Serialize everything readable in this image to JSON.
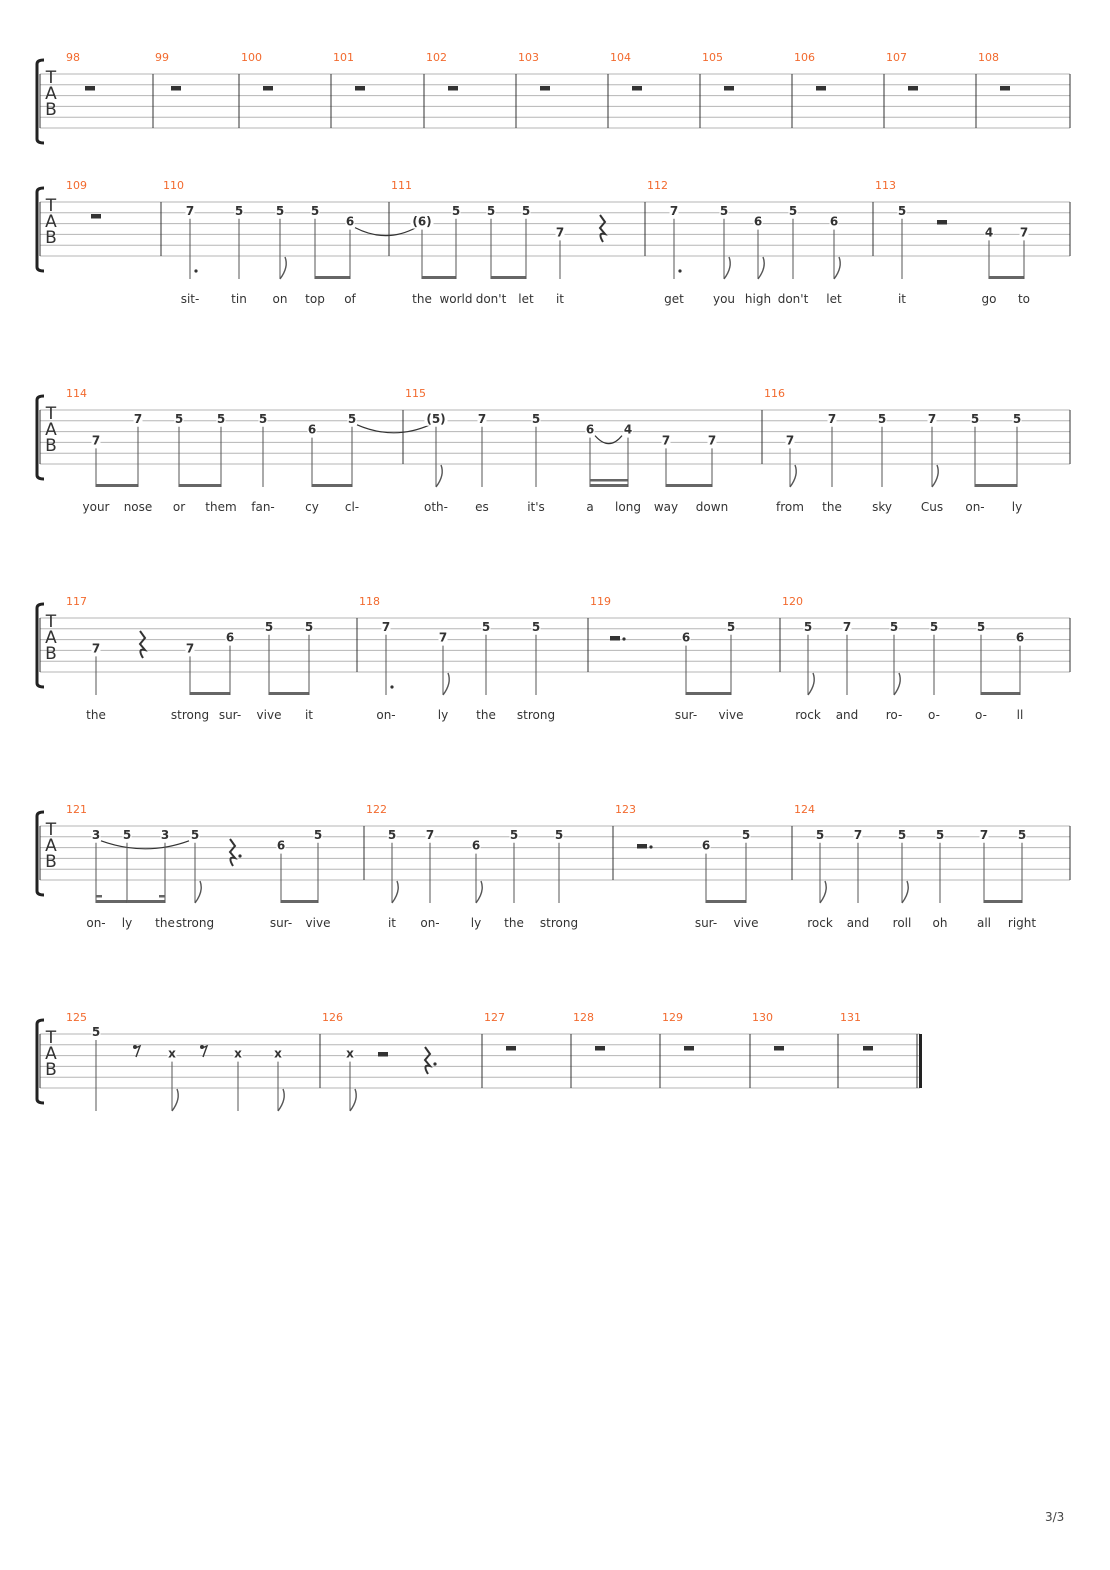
{
  "page_number": "3/3",
  "clef_letters": [
    "T",
    "A",
    "B"
  ],
  "systems": [
    {
      "measures": [
        {
          "number": "98",
          "items": [
            {
              "k": "r",
              "d": "w"
            }
          ]
        },
        {
          "number": "99",
          "items": [
            {
              "k": "r",
              "d": "w"
            }
          ]
        },
        {
          "number": "100",
          "items": [
            {
              "k": "r",
              "d": "w"
            }
          ]
        },
        {
          "number": "101",
          "items": [
            {
              "k": "r",
              "d": "w"
            }
          ]
        },
        {
          "number": "102",
          "items": [
            {
              "k": "r",
              "d": "w"
            }
          ]
        },
        {
          "number": "103",
          "items": [
            {
              "k": "r",
              "d": "w"
            }
          ]
        },
        {
          "number": "104",
          "items": [
            {
              "k": "r",
              "d": "w"
            }
          ]
        },
        {
          "number": "105",
          "items": [
            {
              "k": "r",
              "d": "w"
            }
          ]
        },
        {
          "number": "106",
          "items": [
            {
              "k": "r",
              "d": "w"
            }
          ]
        },
        {
          "number": "107",
          "items": [
            {
              "k": "r",
              "d": "w"
            }
          ]
        },
        {
          "number": "108",
          "items": [
            {
              "k": "r",
              "d": "w"
            }
          ]
        }
      ]
    },
    {
      "measures": [
        {
          "number": "109",
          "items": [
            {
              "k": "r",
              "d": "w"
            }
          ]
        },
        {
          "number": "110",
          "items": [
            {
              "k": "n",
              "f": "7",
              "s": 2,
              "d": "dq",
              "l": "sit-"
            },
            {
              "k": "n",
              "f": "5",
              "s": 2,
              "d": "q",
              "l": "tin"
            },
            {
              "k": "n",
              "f": "5",
              "s": 2,
              "d": "e",
              "l": "on"
            },
            {
              "k": "n",
              "f": "5",
              "s": 2,
              "d": "e",
              "b": 1,
              "l": "top"
            },
            {
              "k": "n",
              "f": "6",
              "s": 3,
              "d": "e",
              "tie": 1,
              "l": "of"
            }
          ]
        },
        {
          "number": "111",
          "items": [
            {
              "k": "n",
              "f": "(6)",
              "s": 3,
              "d": "e",
              "b": 1,
              "l": "the"
            },
            {
              "k": "n",
              "f": "5",
              "s": 2,
              "d": "e",
              "l": "world"
            },
            {
              "k": "n",
              "f": "5",
              "s": 2,
              "d": "e",
              "b": 1,
              "l": "don't"
            },
            {
              "k": "n",
              "f": "5",
              "s": 2,
              "d": "e",
              "l": "let"
            },
            {
              "k": "n",
              "f": "7",
              "s": 4,
              "d": "q",
              "l": "it"
            },
            {
              "k": "r",
              "d": "q"
            }
          ]
        },
        {
          "number": "112",
          "items": [
            {
              "k": "n",
              "f": "7",
              "s": 2,
              "d": "dq",
              "l": "get"
            },
            {
              "k": "n",
              "f": "5",
              "s": 2,
              "d": "e",
              "l": "you"
            },
            {
              "k": "n",
              "f": "6",
              "s": 3,
              "d": "e",
              "l": "high"
            },
            {
              "k": "n",
              "f": "5",
              "s": 2,
              "d": "q",
              "l": "don't"
            },
            {
              "k": "n",
              "f": "6",
              "s": 3,
              "d": "e",
              "l": "let"
            }
          ]
        },
        {
          "number": "113",
          "items": [
            {
              "k": "n",
              "f": "5",
              "s": 2,
              "d": "q",
              "l": "it"
            },
            {
              "k": "r",
              "d": "h"
            },
            {
              "k": "n",
              "f": "4",
              "s": 4,
              "d": "e",
              "b": 1,
              "l": "go"
            },
            {
              "k": "n",
              "f": "7",
              "s": 4,
              "d": "e",
              "l": "to"
            }
          ]
        }
      ]
    },
    {
      "measures": [
        {
          "number": "114",
          "items": [
            {
              "k": "n",
              "f": "7",
              "s": 4,
              "d": "e",
              "b": 1,
              "l": "your"
            },
            {
              "k": "n",
              "f": "7",
              "s": 2,
              "d": "e",
              "l": "nose"
            },
            {
              "k": "n",
              "f": "5",
              "s": 2,
              "d": "e",
              "b": 1,
              "l": "or"
            },
            {
              "k": "n",
              "f": "5",
              "s": 2,
              "d": "e",
              "l": "them"
            },
            {
              "k": "n",
              "f": "5",
              "s": 2,
              "d": "q",
              "l": "fan-"
            },
            {
              "k": "n",
              "f": "6",
              "s": 3,
              "d": "e",
              "b": 1,
              "l": "cy"
            },
            {
              "k": "n",
              "f": "5",
              "s": 2,
              "d": "e",
              "tie": 1,
              "l": "cl-"
            }
          ]
        },
        {
          "number": "115",
          "items": [
            {
              "k": "n",
              "f": "(5)",
              "s": 2,
              "d": "e",
              "l": "oth-"
            },
            {
              "k": "n",
              "f": "7",
              "s": 2,
              "d": "q",
              "l": "es"
            },
            {
              "k": "n",
              "f": "5",
              "s": 2,
              "d": "q",
              "l": "it's"
            },
            {
              "k": "n",
              "f": "6",
              "s": 3,
              "d": "s",
              "b": 1,
              "tie": 1,
              "l": "a"
            },
            {
              "k": "n",
              "f": "4",
              "s": 3,
              "d": "s",
              "l": "long"
            },
            {
              "k": "n",
              "f": "7",
              "s": 4,
              "d": "e",
              "b": 1,
              "l": "way"
            },
            {
              "k": "n",
              "f": "7",
              "s": 4,
              "d": "e",
              "l": "down"
            }
          ]
        },
        {
          "number": "116",
          "items": [
            {
              "k": "n",
              "f": "7",
              "s": 4,
              "d": "e",
              "l": "from"
            },
            {
              "k": "n",
              "f": "7",
              "s": 2,
              "d": "q",
              "l": "the"
            },
            {
              "k": "n",
              "f": "5",
              "s": 2,
              "d": "q",
              "l": "sky"
            },
            {
              "k": "n",
              "f": "7",
              "s": 2,
              "d": "e",
              "l": "Cus"
            },
            {
              "k": "n",
              "f": "5",
              "s": 2,
              "d": "e",
              "b": 1,
              "l": "on-"
            },
            {
              "k": "n",
              "f": "5",
              "s": 2,
              "d": "e",
              "l": "ly"
            }
          ]
        }
      ]
    },
    {
      "measures": [
        {
          "number": "117",
          "items": [
            {
              "k": "n",
              "f": "7",
              "s": 4,
              "d": "q",
              "l": "the"
            },
            {
              "k": "r",
              "d": "q"
            },
            {
              "k": "n",
              "f": "7",
              "s": 4,
              "d": "e",
              "b": 1,
              "l": "strong"
            },
            {
              "k": "n",
              "f": "6",
              "s": 3,
              "d": "e",
              "l": "sur-"
            },
            {
              "k": "n",
              "f": "5",
              "s": 2,
              "d": "e",
              "b": 1,
              "l": "vive"
            },
            {
              "k": "n",
              "f": "5",
              "s": 2,
              "d": "e",
              "l": "it"
            }
          ]
        },
        {
          "number": "118",
          "items": [
            {
              "k": "n",
              "f": "7",
              "s": 2,
              "d": "dq",
              "l": "on-"
            },
            {
              "k": "n",
              "f": "7",
              "s": 3,
              "d": "e",
              "l": "ly"
            },
            {
              "k": "n",
              "f": "5",
              "s": 2,
              "d": "q",
              "l": "the"
            },
            {
              "k": "n",
              "f": "5",
              "s": 2,
              "d": "q",
              "l": "strong"
            }
          ]
        },
        {
          "number": "119",
          "items": [
            {
              "k": "r",
              "d": "dh"
            },
            {
              "k": "n",
              "f": "6",
              "s": 3,
              "d": "e",
              "b": 1,
              "l": "sur-"
            },
            {
              "k": "n",
              "f": "5",
              "s": 2,
              "d": "e",
              "l": "vive"
            }
          ]
        },
        {
          "number": "120",
          "items": [
            {
              "k": "n",
              "f": "5",
              "s": 2,
              "d": "e",
              "l": "rock"
            },
            {
              "k": "n",
              "f": "7",
              "s": 2,
              "d": "q",
              "l": "and"
            },
            {
              "k": "n",
              "f": "5",
              "s": 2,
              "d": "e",
              "l": "ro-"
            },
            {
              "k": "n",
              "f": "5",
              "s": 2,
              "d": "q",
              "l": "o-"
            },
            {
              "k": "n",
              "f": "5",
              "s": 2,
              "d": "e",
              "b": 1,
              "l": "o-"
            },
            {
              "k": "n",
              "f": "6",
              "s": 3,
              "d": "e",
              "l": "ll"
            }
          ]
        }
      ]
    },
    {
      "measures": [
        {
          "number": "121",
          "items": [
            {
              "k": "n",
              "f": "3",
              "s": 2,
              "d": "s",
              "b": 1,
              "tie": 3,
              "l": "on-"
            },
            {
              "k": "n",
              "f": "5",
              "s": 2,
              "d": "e",
              "b": 1,
              "l": "ly"
            },
            {
              "k": "n",
              "f": "3",
              "s": 2,
              "d": "s",
              "l": "the"
            },
            {
              "k": "n",
              "f": "5",
              "s": 2,
              "d": "e",
              "l": "strong"
            },
            {
              "k": "r",
              "d": "dq"
            },
            {
              "k": "n",
              "f": "6",
              "s": 3,
              "d": "e",
              "b": 1,
              "l": "sur-"
            },
            {
              "k": "n",
              "f": "5",
              "s": 2,
              "d": "e",
              "l": "vive"
            }
          ]
        },
        {
          "number": "122",
          "items": [
            {
              "k": "n",
              "f": "5",
              "s": 2,
              "d": "e",
              "l": "it"
            },
            {
              "k": "n",
              "f": "7",
              "s": 2,
              "d": "q",
              "l": "on-"
            },
            {
              "k": "n",
              "f": "6",
              "s": 3,
              "d": "e",
              "l": "ly"
            },
            {
              "k": "n",
              "f": "5",
              "s": 2,
              "d": "q",
              "l": "the"
            },
            {
              "k": "n",
              "f": "5",
              "s": 2,
              "d": "q",
              "l": "strong"
            }
          ]
        },
        {
          "number": "123",
          "items": [
            {
              "k": "r",
              "d": "dh"
            },
            {
              "k": "n",
              "f": "6",
              "s": 3,
              "d": "e",
              "b": 1,
              "l": "sur-"
            },
            {
              "k": "n",
              "f": "5",
              "s": 2,
              "d": "e",
              "l": "vive"
            }
          ]
        },
        {
          "number": "124",
          "items": [
            {
              "k": "n",
              "f": "5",
              "s": 2,
              "d": "e",
              "l": "rock"
            },
            {
              "k": "n",
              "f": "7",
              "s": 2,
              "d": "q",
              "l": "and"
            },
            {
              "k": "n",
              "f": "5",
              "s": 2,
              "d": "e",
              "l": "roll"
            },
            {
              "k": "n",
              "f": "5",
              "s": 2,
              "d": "q",
              "l": "oh"
            },
            {
              "k": "n",
              "f": "7",
              "s": 2,
              "d": "e",
              "b": 1,
              "l": "all"
            },
            {
              "k": "n",
              "f": "5",
              "s": 2,
              "d": "e",
              "l": "right"
            }
          ]
        }
      ]
    },
    {
      "measures": [
        {
          "number": "125",
          "items": [
            {
              "k": "n",
              "f": "5",
              "s": 1,
              "d": "q"
            },
            {
              "k": "r",
              "d": "e"
            },
            {
              "k": "n",
              "f": "x",
              "s": 3,
              "d": "e"
            },
            {
              "k": "r",
              "d": "e"
            },
            {
              "k": "n",
              "f": "x",
              "s": 3,
              "d": "q"
            },
            {
              "k": "n",
              "f": "x",
              "s": 3,
              "d": "e"
            }
          ]
        },
        {
          "number": "126",
          "items": [
            {
              "k": "n",
              "f": "x",
              "s": 3,
              "d": "e"
            },
            {
              "k": "r",
              "d": "h"
            },
            {
              "k": "r",
              "d": "dq"
            }
          ]
        },
        {
          "number": "127",
          "items": [
            {
              "k": "r",
              "d": "w"
            }
          ]
        },
        {
          "number": "128",
          "items": [
            {
              "k": "r",
              "d": "w"
            }
          ]
        },
        {
          "number": "129",
          "items": [
            {
              "k": "r",
              "d": "w"
            }
          ]
        },
        {
          "number": "130",
          "items": [
            {
              "k": "r",
              "d": "w"
            }
          ]
        },
        {
          "number": "131",
          "items": [
            {
              "k": "r",
              "d": "w"
            }
          ]
        }
      ]
    }
  ]
}
